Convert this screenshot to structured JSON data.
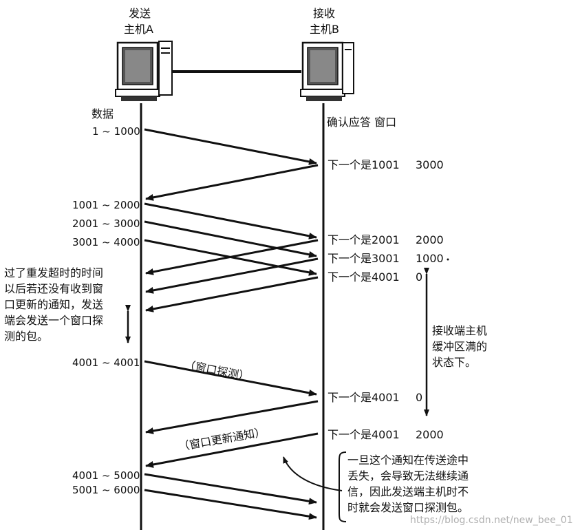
{
  "hosts": {
    "a": {
      "line1": "发送",
      "line2": "主机A"
    },
    "b": {
      "line1": "接收",
      "line2": "主机B"
    }
  },
  "headers": {
    "data": "数据",
    "ack_window": "确认应答 窗口"
  },
  "sends": [
    {
      "range": "1 ~ 1000"
    },
    {
      "range": "1001 ~ 2000"
    },
    {
      "range": "2001 ~ 3000"
    },
    {
      "range": "3001 ~ 4000"
    },
    {
      "range": "4001 ~ 4001"
    },
    {
      "range": "4001 ~ 5000"
    },
    {
      "range": "5001 ~ 6000"
    }
  ],
  "acks": [
    {
      "next": "下一个是1001",
      "window": "3000"
    },
    {
      "next": "下一个是2001",
      "window": "2000"
    },
    {
      "next": "下一个是3001",
      "window": "1000"
    },
    {
      "next": "下一个是4001",
      "window": "0"
    },
    {
      "next": "下一个是4001",
      "window": "0"
    },
    {
      "next": "下一个是4001",
      "window": "2000"
    }
  ],
  "labels": {
    "window_probe": "（窗口探测）",
    "window_update": "（窗口更新通知）"
  },
  "notes": {
    "left": "过了重发超时的时间\n以后若还没有收到窗\n口更新的通知，发送\n端会发送一个窗口探\n测的包。",
    "right": "接收端主机\n缓冲区满的\n状态下。",
    "bottom": "一旦这个通知在传送途中\n丢失，会导致无法继续通\n信，因此发送端主机时不\n时就会发送窗口探测包。"
  },
  "watermark": "https://blog.csdn.net/new_bee_01"
}
